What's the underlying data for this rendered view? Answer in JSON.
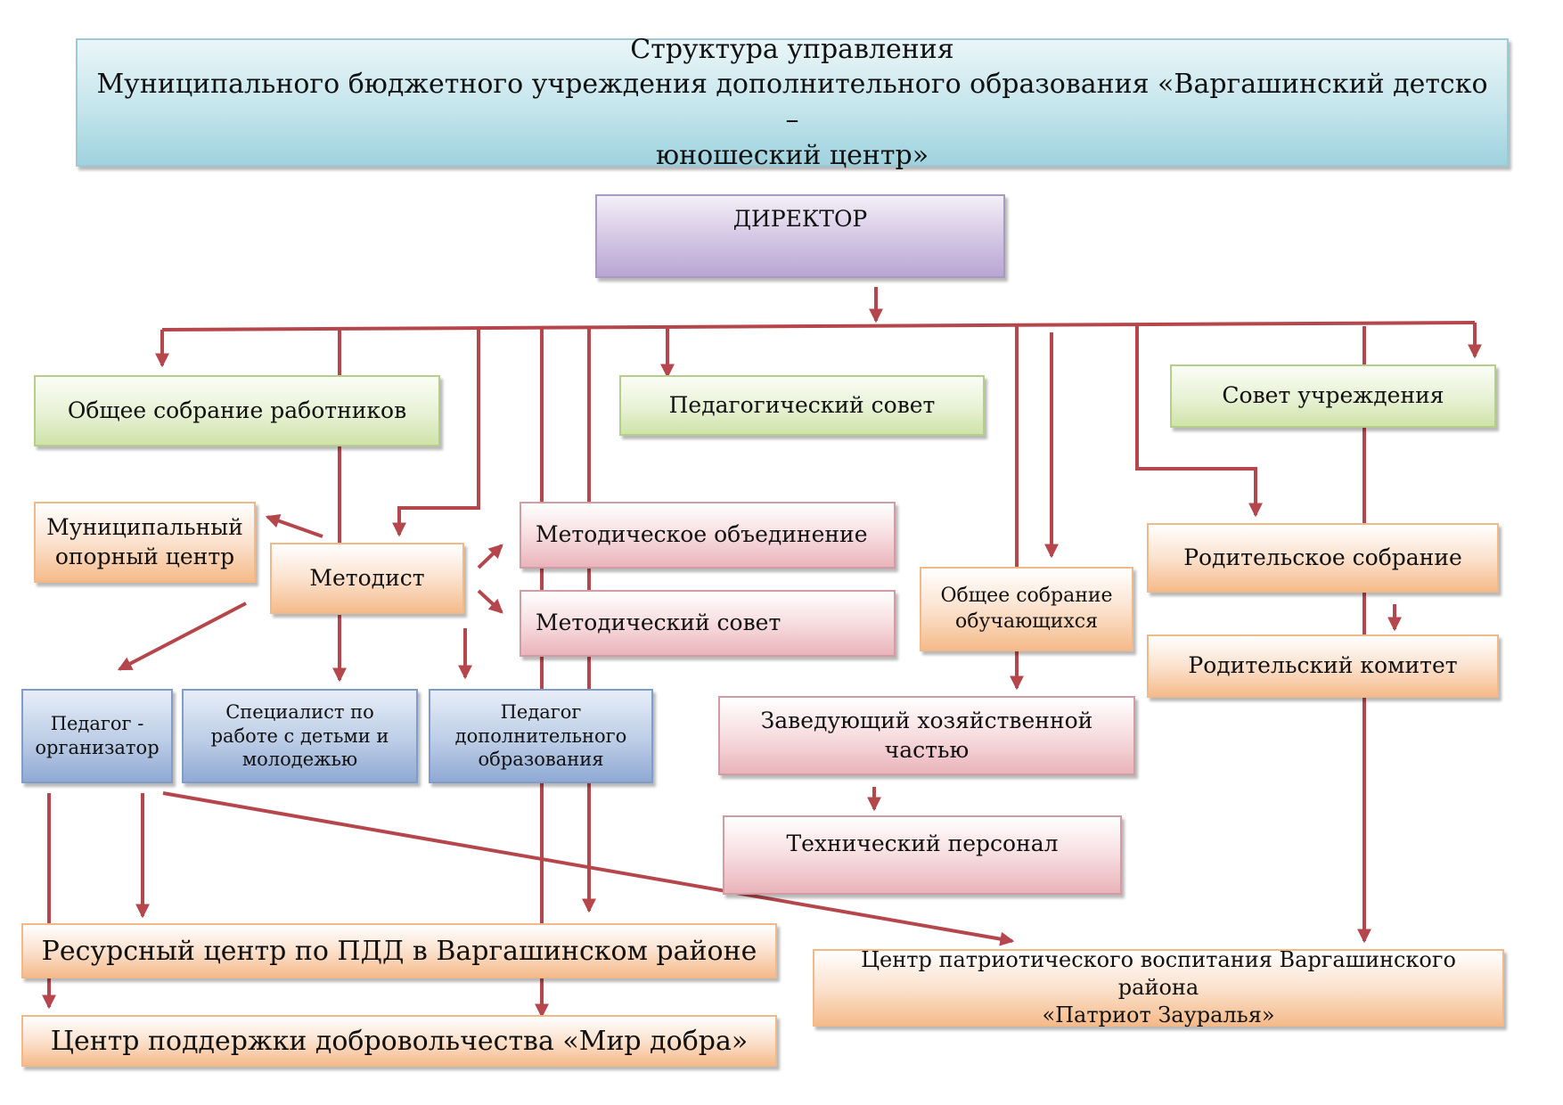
{
  "title": {
    "line1": "Структура управления",
    "line2": "Муниципального бюджетного учреждения дополнительного образования «Варгашинский детско –",
    "line3": "юношеский центр»"
  },
  "director": "ДИРЕКТОР",
  "councils": {
    "general_meeting": "Общее собрание работников",
    "pedagogical_council": "Педагогический совет",
    "institution_council": "Совет учреждения"
  },
  "methodist_block": {
    "municipal_center": "Муниципальный опорный центр",
    "methodist": "Методист",
    "methodical_association": "Методическое объединение",
    "methodical_council": "Методический совет"
  },
  "students_meeting": "Общее собрание обучающихся",
  "parents": {
    "meeting": "Родительское собрание",
    "committee": "Родительский комитет"
  },
  "staff": {
    "organizer": "Педагог - организатор",
    "youth_specialist": "Специалист по работе с детьми и молодежью",
    "additional_educator": "Педагог дополнительного образования"
  },
  "household": {
    "head": "Заведующий хозяйственной частью",
    "technical": "Технический персонал"
  },
  "centers": {
    "traffic_resource": "Ресурсный центр по ПДД в Варгашинском районе",
    "volunteer": "Центр поддержки добровольчества «Мир добра»",
    "patriot_line1": "Центр патриотического воспитания Варгашинского района",
    "patriot_line2": "«Патриот Зауралья»"
  },
  "colors": {
    "connector": "#b5474c",
    "title_fill": "#b9e0e9",
    "director_fill": "#c9bbdc",
    "council_fill": "#dcebc3",
    "orange_fill": "#f8cfae",
    "pink_fill": "#f0c9cd",
    "blue_fill": "#a9bede"
  }
}
